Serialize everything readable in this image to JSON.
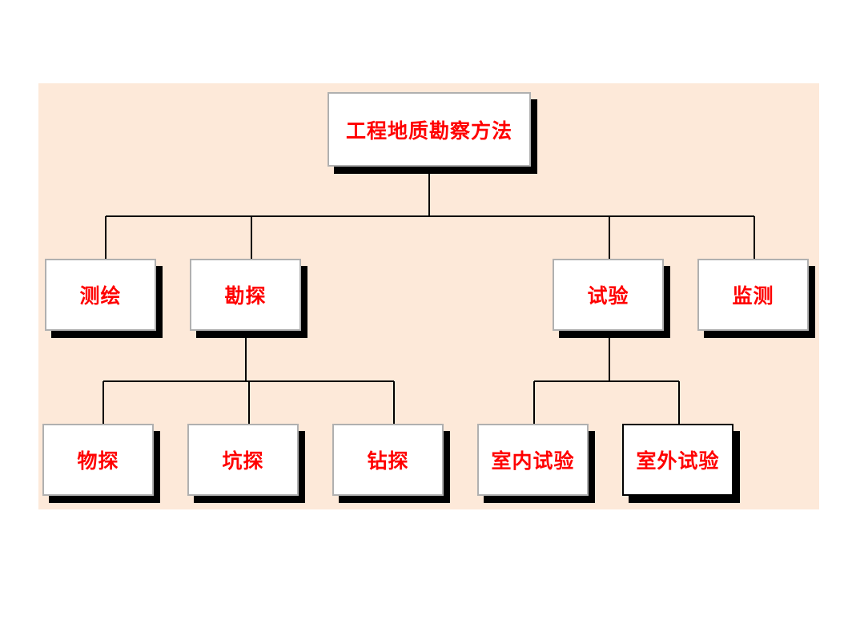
{
  "diagram": {
    "root": {
      "label": "工程地质勘察方法"
    },
    "level1": [
      {
        "label": "测绘"
      },
      {
        "label": "勘探"
      },
      {
        "label": "试验"
      },
      {
        "label": "监测"
      }
    ],
    "level2": [
      {
        "label": "物探"
      },
      {
        "label": "坑探"
      },
      {
        "label": "钻探"
      },
      {
        "label": "室内试验"
      },
      {
        "label": "室外试验"
      }
    ]
  },
  "colors": {
    "background": "#fde9d9",
    "node_fill": "#ffffff",
    "node_text": "#ff0000",
    "shadow": "#000000",
    "connector": "#000000"
  }
}
